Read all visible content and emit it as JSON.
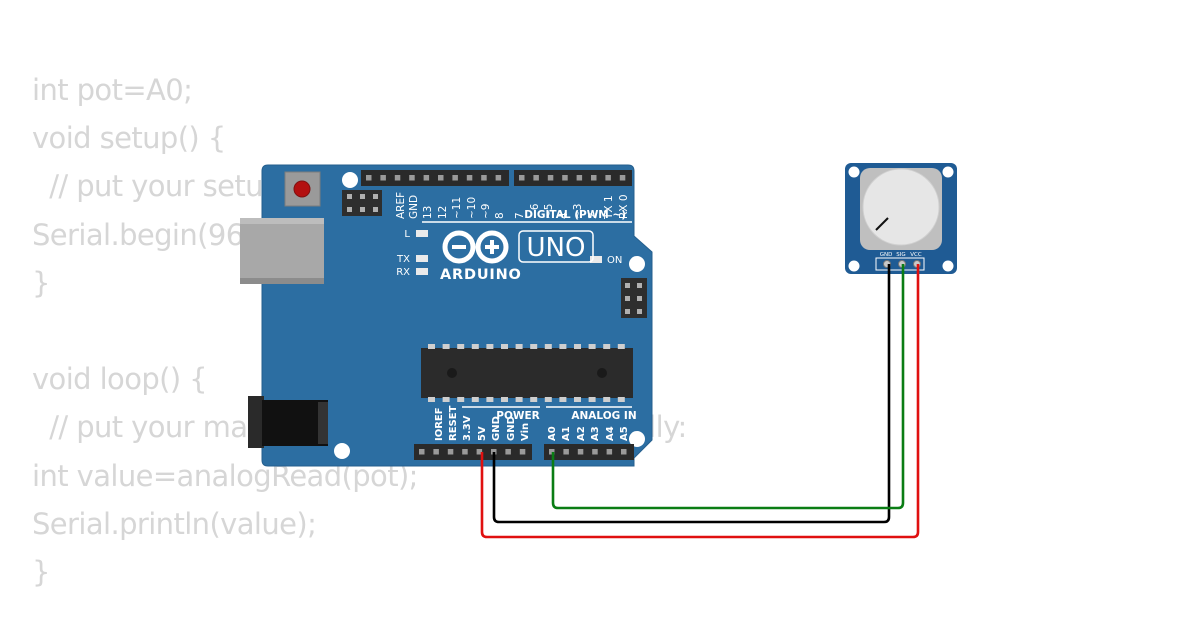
{
  "code_lines": [
    "int pot=A0;",
    "void setup() {",
    "  // put your setup code here, to run once:",
    "Serial.begin(9600);",
    "}",
    "",
    "void loop() {",
    "  // put your main code here, to run repeatedly:",
    "int value=analogRead(pot);",
    "Serial.println(value);",
    "}"
  ],
  "arduino": {
    "brand": "ARDUINO",
    "model": "UNO",
    "digital_header_title": "DIGITAL (PWM ~)",
    "digital_pin_labels": [
      "AREF",
      "GND",
      "13",
      "12",
      "~11",
      "~10",
      "~9",
      "8",
      "7",
      "~6",
      "~5",
      "4",
      "~3",
      "2",
      "TX 1",
      "RX 0"
    ],
    "led_l": "L",
    "led_tx": "TX",
    "led_rx": "RX",
    "led_on": "ON",
    "power_header_title": "POWER",
    "analog_header_title": "ANALOG IN",
    "power_pin_labels": [
      "IOREF",
      "RESET",
      "3.3V",
      "5V",
      "GND",
      "GND",
      "Vin"
    ],
    "analog_pin_labels": [
      "A0",
      "A1",
      "A2",
      "A3",
      "A4",
      "A5"
    ]
  },
  "potentiometer": {
    "pin_labels": [
      "GND",
      "SIG",
      "VCC"
    ]
  },
  "colors": {
    "board": "#2c6ea2",
    "module": "#1f5b94",
    "wire_gnd": "#000000",
    "wire_sig": "#0a7d14",
    "wire_vcc": "#e01010",
    "code_text": "#d6d6d6"
  }
}
